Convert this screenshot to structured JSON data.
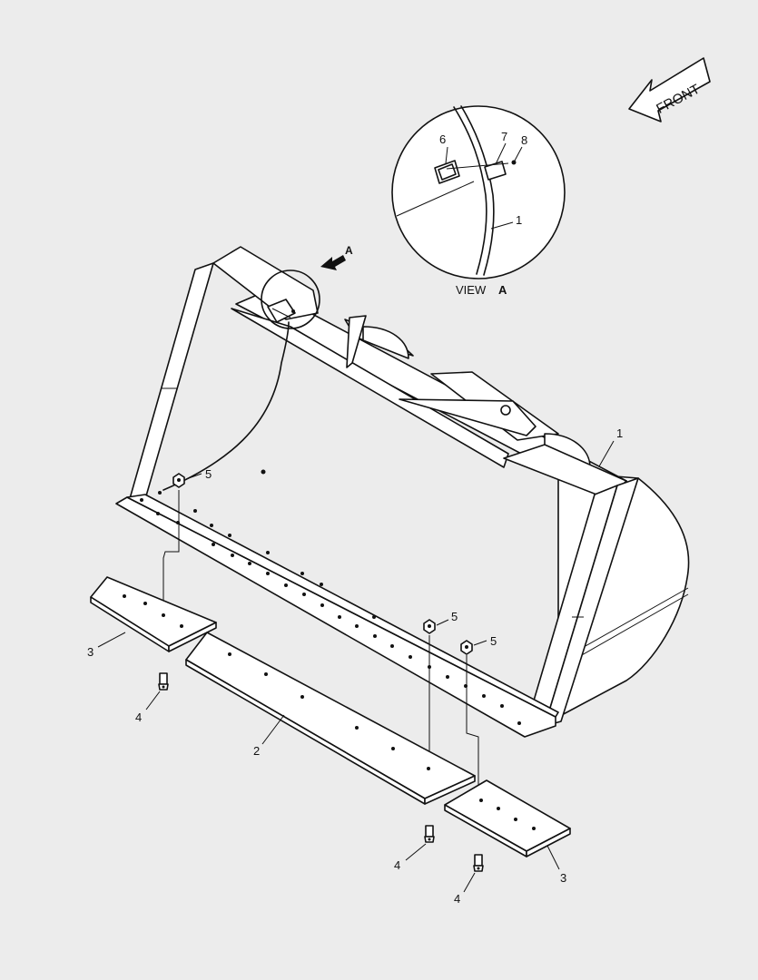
{
  "front_arrow": {
    "label": "FRONT"
  },
  "view_marker": {
    "letter": "A"
  },
  "detail_view": {
    "caption_word": "VIEW",
    "caption_letter": "A",
    "callouts": [
      "6",
      "7",
      "8",
      "1"
    ]
  },
  "callouts": {
    "bucket": "1",
    "center_edge": "2",
    "left_end_bit": "3",
    "right_end_bit": "3",
    "bolt_left": "4",
    "bolt_center": "4",
    "bolt_right": "4",
    "nut_left": "5",
    "nut_center": "5",
    "nut_right": "5"
  }
}
